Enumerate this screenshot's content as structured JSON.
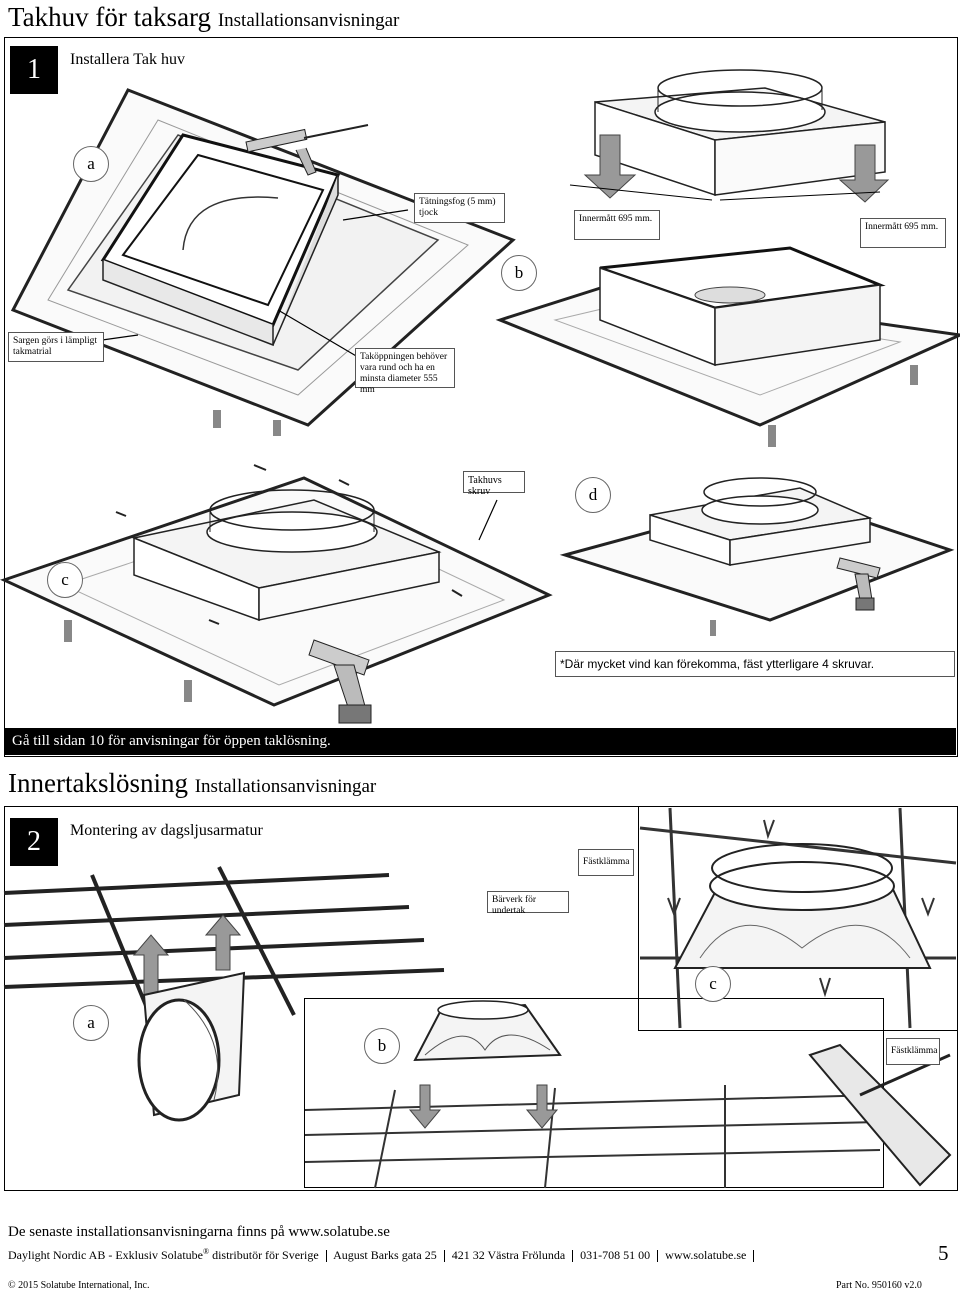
{
  "section1": {
    "title": "Takhuv för taksarg",
    "subtitle": "Installationsanvisningar",
    "step_number": "1",
    "step_title": "Installera Tak huv",
    "letters": {
      "a": "a",
      "b": "b",
      "c": "c",
      "d": "d"
    },
    "callouts": {
      "sealant": "Tätningsfog (5 mm) tjock",
      "inner_left": "Innermått 695 mm.",
      "inner_right": "Innermått 695 mm.",
      "curb": "Sargen görs i lämpligt takmatrial",
      "opening": "Taköppningen behöver vara rund och ha en minsta diameter 555 mm",
      "screw": "Takhuvs skruv"
    },
    "wind_note": "*Där mycket vind kan förekomma, fäst ytterligare 4 skruvar.",
    "banner": "Gå till sidan 10 för anvisningar för öppen taklösning."
  },
  "section2": {
    "title": "Innertakslösning",
    "subtitle": "Installationsanvisningar",
    "step_number": "2",
    "step_title": "Montering av dagsljusarmatur",
    "letters": {
      "a": "a",
      "b": "b",
      "c": "c"
    },
    "callouts": {
      "clip_top": "Fästklämma",
      "frame": "Bärverk för undertak",
      "clip_bottom": "Fästklämma"
    }
  },
  "footer": {
    "latest": "De senaste installationsanvisningarna finns på www.solatube.se",
    "company": "Daylight Nordic AB - Exklusiv Solatube",
    "registered": "®",
    "distributor": "distributör för Sverige",
    "address": "August Barks gata 25",
    "postal": "421 32 Västra Frölunda",
    "phone": "031-708 51 00",
    "web": "www.solatube.se",
    "page_number": "5",
    "copyright": "© 2015 Solatube International, Inc.",
    "part_no": "Part No. 950160 v2.0"
  }
}
